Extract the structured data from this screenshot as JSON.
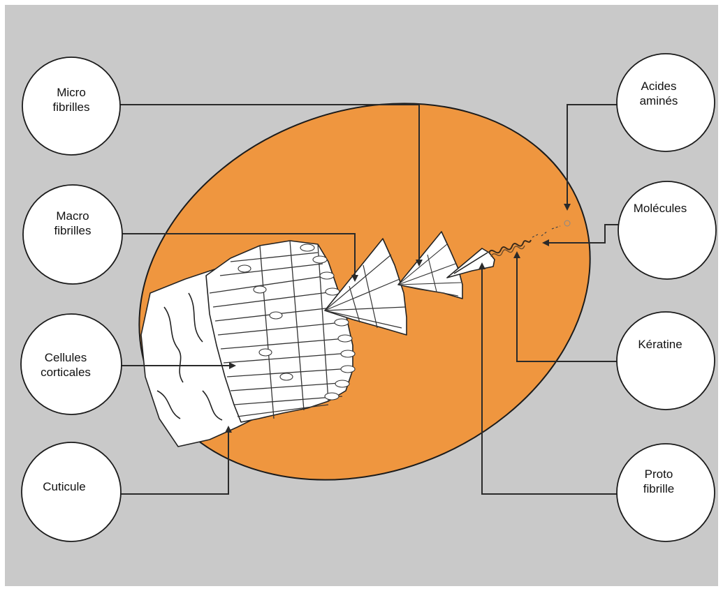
{
  "colors": {
    "background": "#c9c9c9",
    "ellipse_fill": "#ef963f",
    "line": "#2a2a2a",
    "bubble_fill": "#ffffff",
    "fiber_fill": "#ffffff"
  },
  "labels": {
    "microfibrilles": "Micro\nfibrilles",
    "macrofibrilles": "Macro\nfibrilles",
    "cellules_corticales": "Cellules\ncorticales",
    "cuticule": "Cuticule",
    "acides_amines": "Acides\naminés",
    "molecules": "Molécules",
    "keratine": "Kératine",
    "protofibrille": "Proto\nfibrille"
  }
}
